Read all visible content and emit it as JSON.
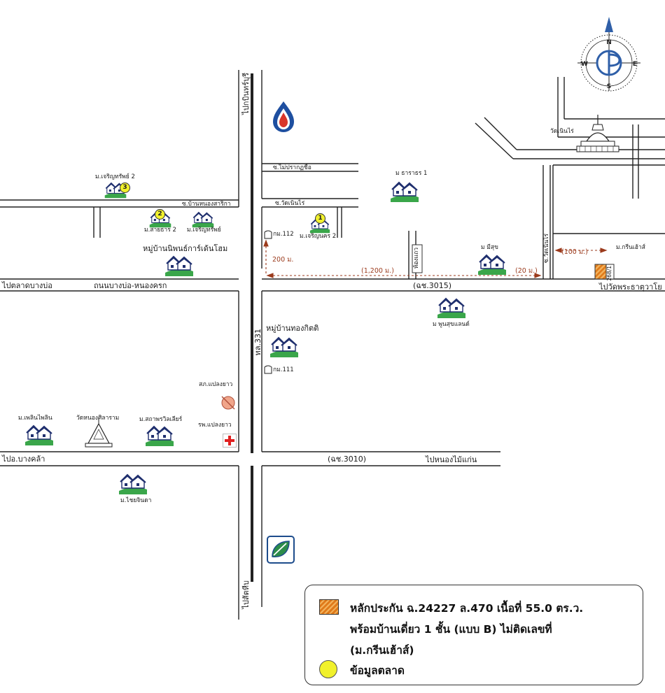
{
  "compass": {
    "n": "N",
    "s": "S",
    "e": "E",
    "w": "W"
  },
  "roads": {
    "main_north": "ไปกบินทร์บุรี",
    "main_south": "ไปสัตหีบ",
    "main_number": "ทล.331",
    "west_top_road": "ถนนบางบ่อ-หนองครก",
    "west_top_dest": "ไปตลาดบางบ่อ",
    "east_top_road": "(ฉช.3015)",
    "east_top_dest": "ไปวัดพระธาตุวาโย",
    "west_bottom_dest": "ไปอ.บางคล้า",
    "east_bottom_road": "(ฉช.3010)",
    "east_bottom_dest": "ไปหนองไม้แก่น",
    "soi_mai_prakot": "ซ.ไม่ปรากฏชื่อ",
    "soi_wat_noen_rai": "ซ.วัดเนินไร่",
    "soi_ban_nong_sarika": "ซ.บ้านหนองสาริกา",
    "soi_wat_noen_rai_v": "ซ.วัดเนินไร่",
    "km112": "กม.112",
    "km111": "กม.111",
    "bus_stop": "ห้องแถว"
  },
  "distances": {
    "d200": "200 ม.",
    "d1200": "(1,200 ม.)",
    "d20": "(20 ม.)",
    "d100": "(100 ม.)"
  },
  "places": {
    "charoen_sap_2": "ม.เจริญทรัพย์ 2",
    "sai_than_2": "ม.สายธาร 2",
    "charoen_sap": "ม.เจริญทรัพย์",
    "nipon_garden": "หมู่บ้านนิพนธ์การ์เด้นโฮม",
    "charoen_nakhon_2": "ม.เจริญนคร 2",
    "tharathon_1": "ม ธาราธร 1",
    "mi_suk": "ม มีสุข",
    "green_house": "ม.กรีนเฮ้าส์",
    "wat_noen_rai": "วัดเนินไร่",
    "phunsuk_land": "ม พูนสุขแลนด์",
    "thong_kittit": "หมู่บ้านทองกิตติ",
    "police": "สภ.แปลงยาว",
    "hospital": "รพ.แปลงยาว",
    "phloen_phailin": "ม.เพลินไพลิน",
    "wat_nong_sila": "วัดหนองศิลาราม",
    "sathaporn_villa": "ม.สถาพรวิลเลียร์",
    "chai_chinda": "ม.ไชยจินดา",
    "plot_no": "268/1"
  },
  "badges": {
    "b1": "1",
    "b2": "2",
    "b3": "3"
  },
  "legend": {
    "line1": "หลักประกัน ฉ.24227 ล.470 เนื้อที่ 55.0 ตร.ว.",
    "line2": "พร้อมบ้านเดี่ยว 1 ชั้น (แบบ B) ไม่ติดเลขที่",
    "line3": "(ม.กรีนเฮ้าส์)",
    "line4": "ข้อมูลตลาด"
  },
  "colors": {
    "road": "#222222",
    "distance": "#9b3a1c",
    "plot": "#e07a1a",
    "market_dot": "#f1f12c",
    "house_roof": "#1f2f6e",
    "lawn": "#3aa64a",
    "ptt_blue": "#1e4fa0",
    "ptt_red": "#d8352a",
    "bangchak_green": "#2c8c4a",
    "bangchak_blue": "#1d4c8c",
    "hospital_cross": "#e02020",
    "compass_blue": "#2f5fa8"
  },
  "icons": [
    "compass-icon",
    "ptt-station-icon",
    "bangchak-station-icon",
    "house-icon",
    "temple-icon",
    "hospital-icon",
    "police-icon",
    "km-marker-icon",
    "plot-hatch-icon",
    "market-dot-icon"
  ]
}
